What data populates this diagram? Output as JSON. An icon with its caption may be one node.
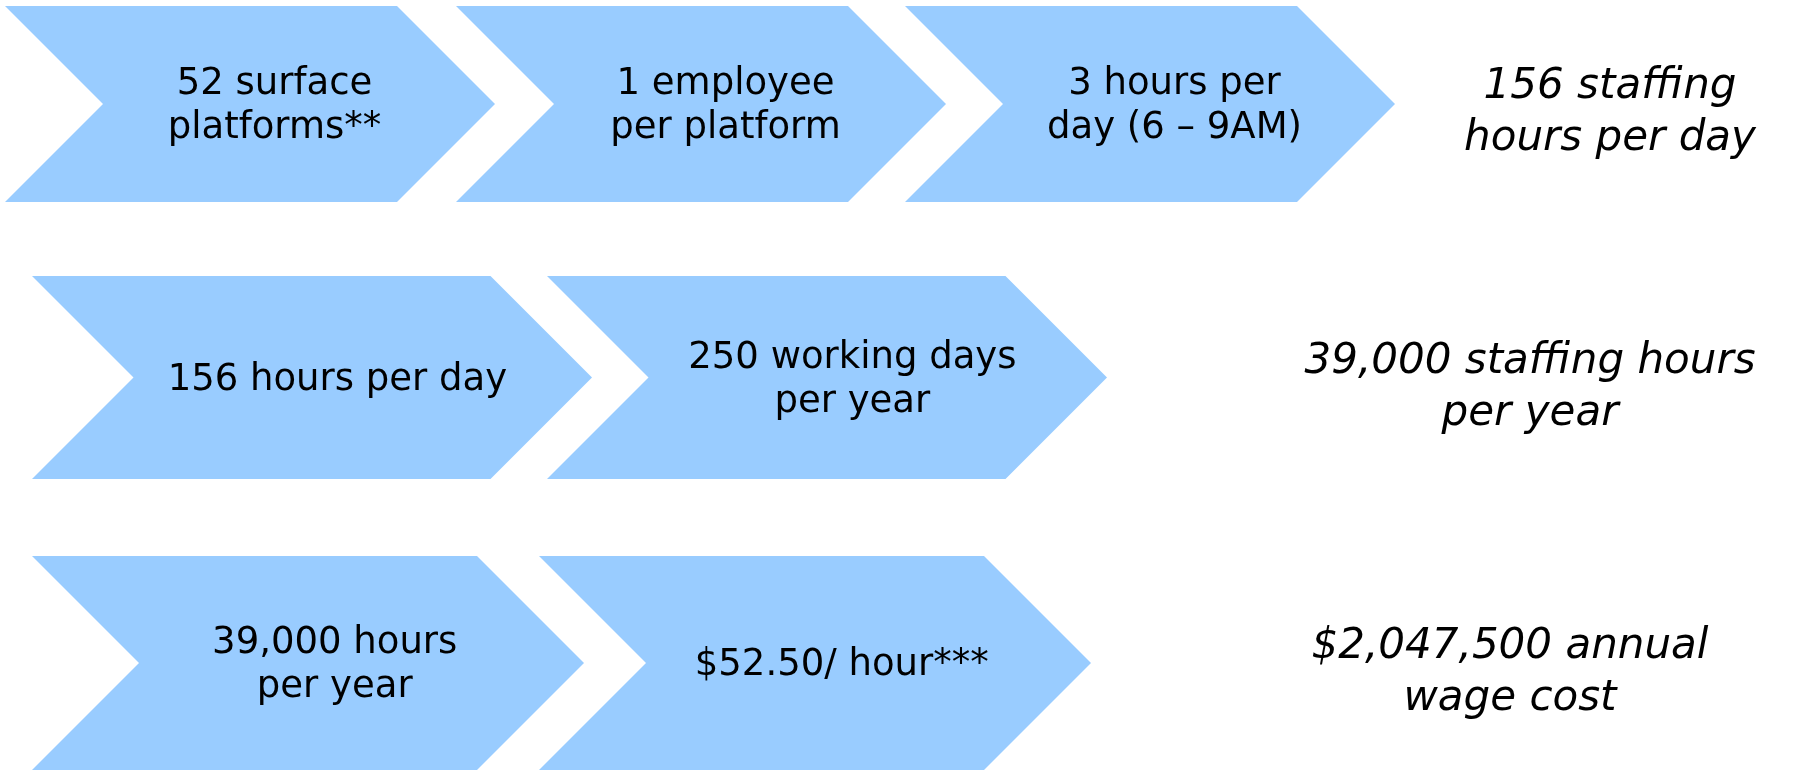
{
  "diagram": {
    "nodes": [
      {
        "text": [
          "52 surface platforms**"
        ]
      },
      {
        "text": [
          "1 employee per platform"
        ]
      },
      {
        "text": [
          "3 hours per day (6 – 9AM)"
        ]
      },
      {
        "text": [
          "156 hours per day"
        ]
      },
      {
        "text": [
          "250 working days per year"
        ]
      },
      {
        "text": [
          "39,000 hours per year"
        ]
      },
      {
        "text": [
          "$52.50/ hour***"
        ]
      }
    ],
    "labels": [
      "156 staffing hours per day",
      "39,000 staffing hours per year",
      "$2,047,500 annual wage cost"
    ]
  }
}
